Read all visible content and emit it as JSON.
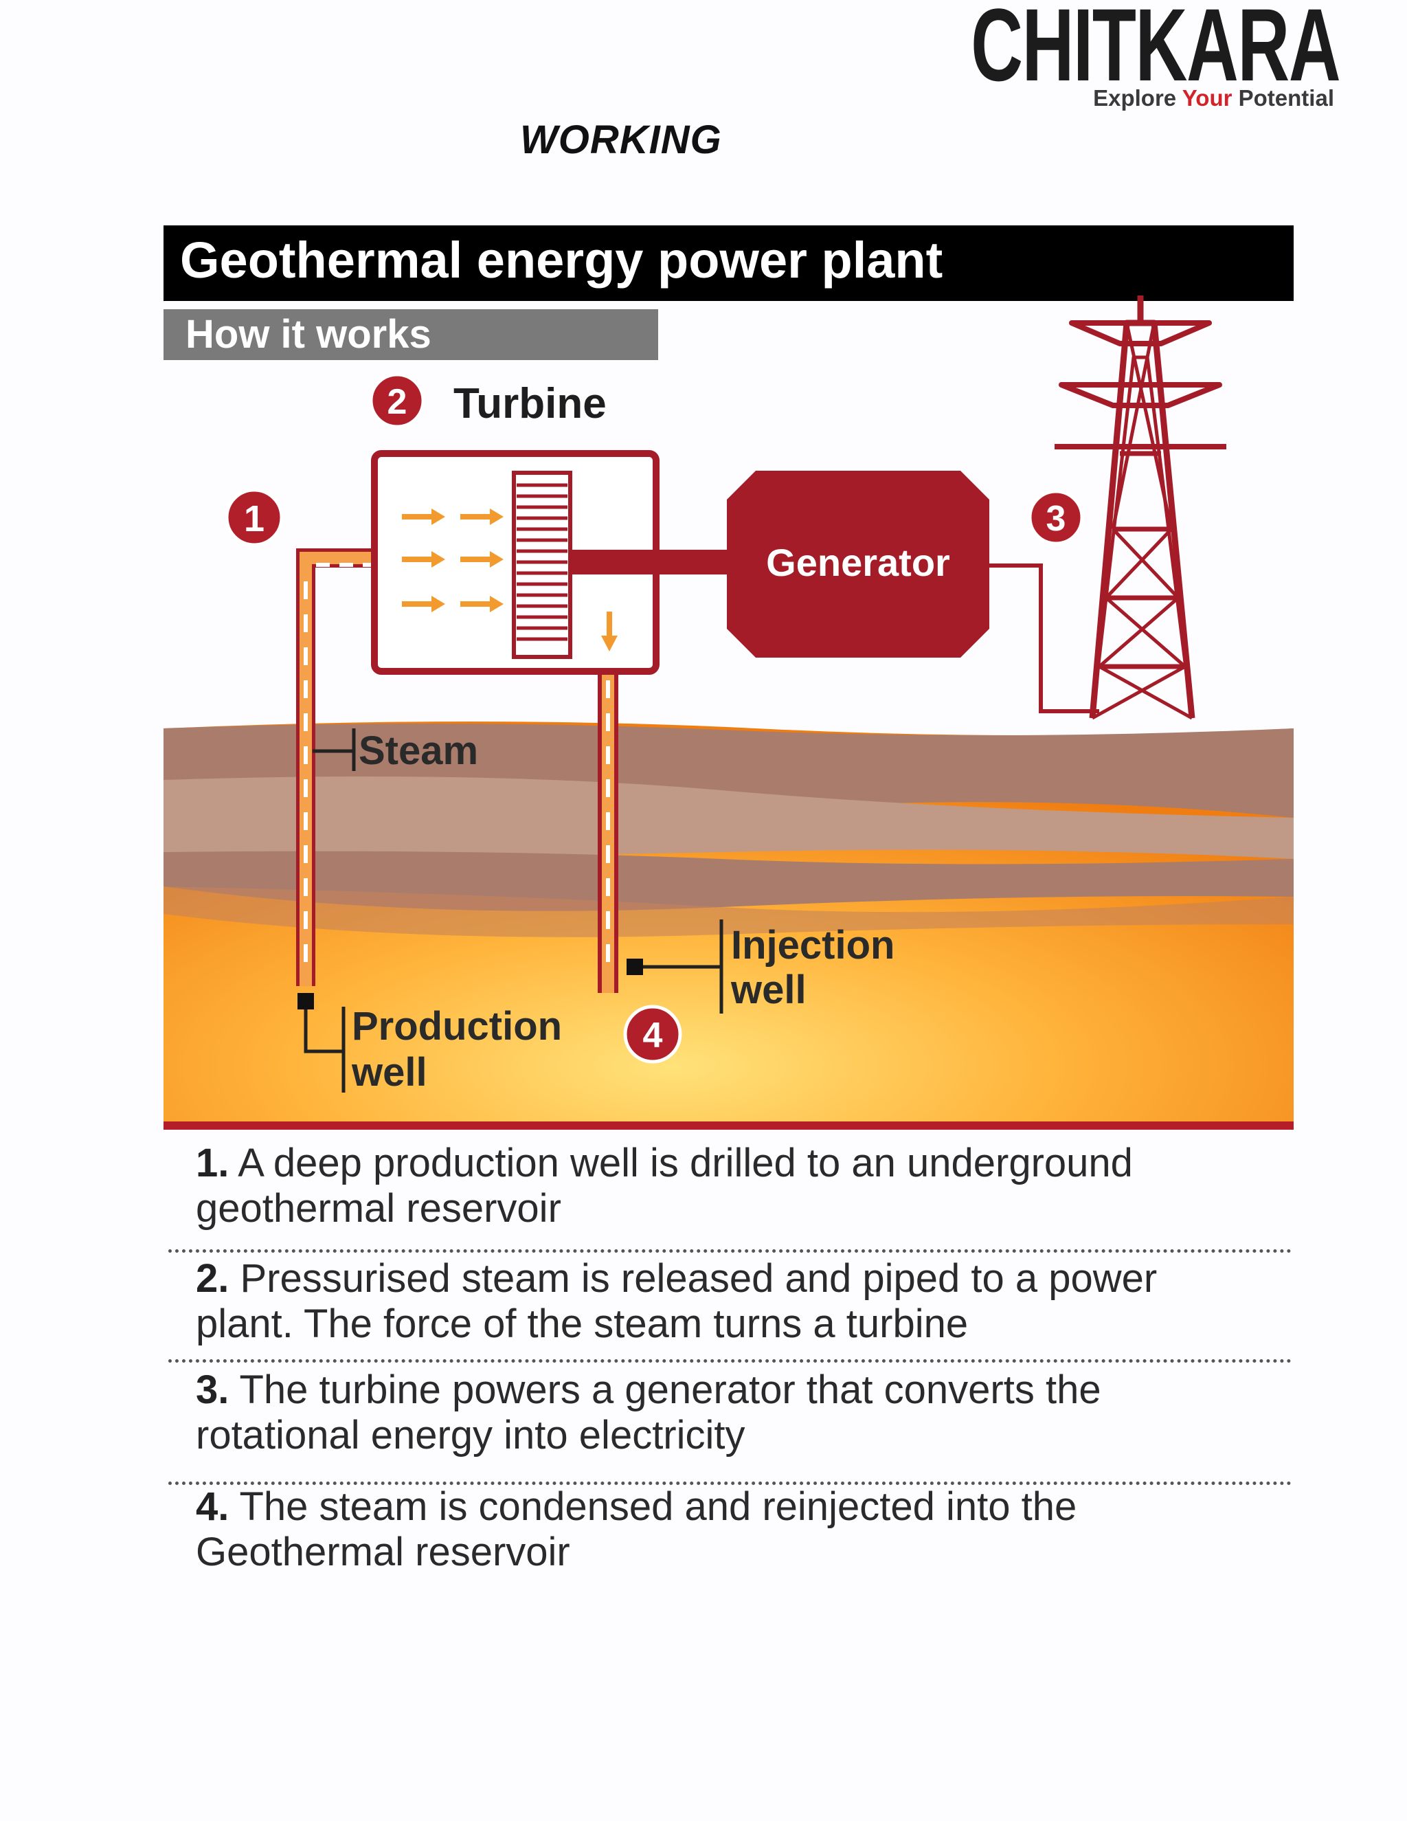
{
  "logo": {
    "word": "CHITKARA",
    "tagline_pre": "Explore ",
    "tagline_accent": "Your",
    "tagline_post": " Potential",
    "accent_color": "#d2232a"
  },
  "heading": "WORKING",
  "diagram": {
    "title": "Geothermal energy power plant",
    "subtitle": "How it works",
    "turbine_label": "Turbine",
    "generator_label": "Generator",
    "steam_label": "Steam",
    "production_label_1": "Production",
    "production_label_2": "well",
    "injection_label_1": "Injection",
    "injection_label_2": "well",
    "markers": [
      "1",
      "2",
      "3",
      "4"
    ],
    "colors": {
      "title_bar": "#000000",
      "subtitle_bar": "#777777",
      "equipment": "#a31c28",
      "marker": "#b11f2a",
      "ground_brown": "#a97c6c",
      "reservoir": "#f28a1c"
    }
  },
  "steps": [
    {
      "num": "1.",
      "text_1": " A deep production well is drilled to an underground",
      "text_2": "geothermal reservoir"
    },
    {
      "num": "2.",
      "text_1": " Pressurised steam is released and piped to a power",
      "text_2": "plant. The force of the steam turns a turbine"
    },
    {
      "num": "3.",
      "text_1": " The turbine powers a generator that converts the",
      "text_2": "rotational energy into electricity"
    },
    {
      "num": "4.",
      "text_1": " The steam is condensed and reinjected into the",
      "text_2": "Geothermal reservoir"
    }
  ]
}
